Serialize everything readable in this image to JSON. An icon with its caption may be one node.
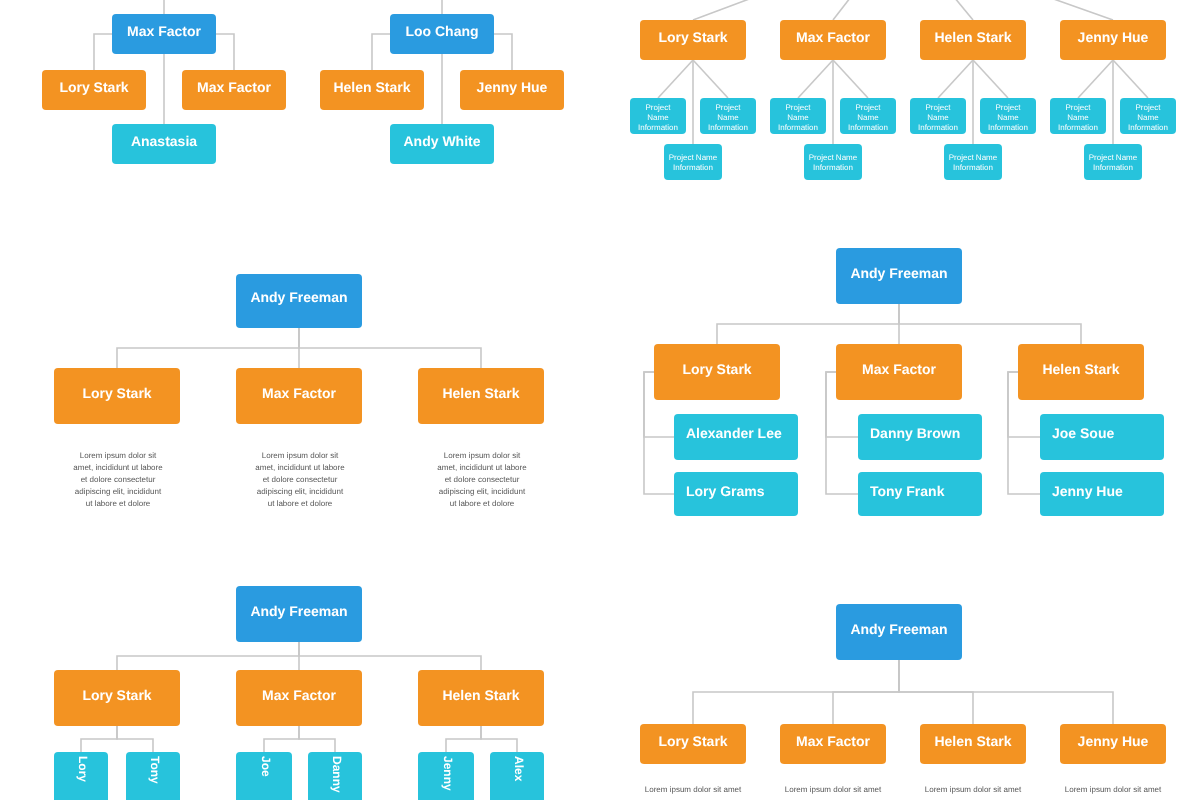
{
  "diagram": {
    "nodes": [
      {
        "text": [
          "Max Factor"
        ]
      },
      {
        "text": [
          "Lory Stark"
        ]
      },
      {
        "text": [
          "Max Factor"
        ]
      },
      {
        "text": [
          "Anastasia"
        ]
      },
      {
        "text": [
          "Loo Chang"
        ]
      },
      {
        "text": [
          "Helen Stark"
        ]
      },
      {
        "text": [
          "Jenny Hue"
        ]
      },
      {
        "text": [
          "Andy White"
        ]
      },
      {
        "text": [
          "Lory Stark"
        ]
      },
      {
        "text": [
          "Project Name Information"
        ]
      },
      {
        "text": [
          "Project Name Information"
        ]
      },
      {
        "text": [
          "Project Name Information"
        ]
      },
      {
        "text": [
          "Max Factor"
        ]
      },
      {
        "text": [
          "Project Name Information"
        ]
      },
      {
        "text": [
          "Project Name Information"
        ]
      },
      {
        "text": [
          "Project Name Information"
        ]
      },
      {
        "text": [
          "Helen Stark"
        ]
      },
      {
        "text": [
          "Project Name Information"
        ]
      },
      {
        "text": [
          "Project Name Information"
        ]
      },
      {
        "text": [
          "Project Name Information"
        ]
      },
      {
        "text": [
          "Jenny Hue"
        ]
      },
      {
        "text": [
          "Project Name Information"
        ]
      },
      {
        "text": [
          "Project Name Information"
        ]
      },
      {
        "text": [
          "Project Name Information"
        ]
      },
      {
        "text": [
          "Andy Freeman"
        ]
      },
      {
        "text": [
          "Lory Stark"
        ],
        "beside": [
          "Lorem ipsum dolor sit amet, incididunt ut labore et dolore consectetur adipiscing elit, incididunt ut labore et dolore"
        ]
      },
      {
        "text": [
          "Max Factor"
        ],
        "beside": [
          "Lorem ipsum dolor sit amet, incididunt ut labore et dolore consectetur adipiscing elit, incididunt ut labore et dolore"
        ]
      },
      {
        "text": [
          "Helen Stark"
        ],
        "beside": [
          "Lorem ipsum dolor sit amet, incididunt ut labore et dolore consectetur adipiscing elit, incididunt ut labore et dolore"
        ]
      },
      {
        "text": [
          "Andy Freeman"
        ]
      },
      {
        "text": [
          "Lory Stark"
        ]
      },
      {
        "text": [
          "Alexander Lee"
        ]
      },
      {
        "text": [
          "Lory Grams"
        ]
      },
      {
        "text": [
          "Max Factor"
        ]
      },
      {
        "text": [
          "Danny Brown"
        ]
      },
      {
        "text": [
          "Tony Frank"
        ]
      },
      {
        "text": [
          "Helen Stark"
        ]
      },
      {
        "text": [
          "Joe Soue"
        ]
      },
      {
        "text": [
          "Jenny Hue"
        ]
      },
      {
        "text": [
          "Andy Freeman"
        ]
      },
      {
        "text": [
          "Lory Stark"
        ]
      },
      {
        "text": [
          "Lory"
        ]
      },
      {
        "text": [
          "Tony"
        ]
      },
      {
        "text": [
          "Max Factor"
        ]
      },
      {
        "text": [
          "Joe"
        ]
      },
      {
        "text": [
          "Danny"
        ]
      },
      {
        "text": [
          "Helen Stark"
        ]
      },
      {
        "text": [
          "Jenny"
        ]
      },
      {
        "text": [
          "Alex"
        ]
      },
      {
        "text": [
          "Andy Freeman"
        ]
      },
      {
        "text": [
          "Lory Stark"
        ],
        "beside": [
          "Lorem ipsum dolor sit amet"
        ]
      },
      {
        "text": [
          "Max Factor"
        ],
        "beside": [
          "Lorem ipsum dolor sit amet"
        ]
      },
      {
        "text": [
          "Helen Stark"
        ],
        "beside": [
          "Lorem ipsum dolor sit amet"
        ]
      },
      {
        "text": [
          "Jenny Hue"
        ],
        "beside": [
          "Lorem ipsum dolor sit amet"
        ]
      }
    ],
    "edges": [
      {
        "from": null,
        "to": 0,
        "arrow": "none"
      },
      {
        "from": 0,
        "to": 1,
        "arrow": "none"
      },
      {
        "from": 0,
        "to": 2,
        "arrow": "none"
      },
      {
        "from": 0,
        "to": 3,
        "arrow": "none"
      },
      {
        "from": null,
        "to": 4,
        "arrow": "none"
      },
      {
        "from": 4,
        "to": 5,
        "arrow": "none"
      },
      {
        "from": 4,
        "to": 6,
        "arrow": "none"
      },
      {
        "from": 4,
        "to": 7,
        "arrow": "none"
      },
      {
        "from": null,
        "to": 8,
        "arrow": "none"
      },
      {
        "from": 8,
        "to": 9,
        "arrow": "none"
      },
      {
        "from": 8,
        "to": 10,
        "arrow": "none"
      },
      {
        "from": 8,
        "to": 11,
        "arrow": "none"
      },
      {
        "from": null,
        "to": 12,
        "arrow": "none"
      },
      {
        "from": 12,
        "to": 13,
        "arrow": "none"
      },
      {
        "from": 12,
        "to": 14,
        "arrow": "none"
      },
      {
        "from": 12,
        "to": 15,
        "arrow": "none"
      },
      {
        "from": null,
        "to": 16,
        "arrow": "none"
      },
      {
        "from": 16,
        "to": 17,
        "arrow": "none"
      },
      {
        "from": 16,
        "to": 18,
        "arrow": "none"
      },
      {
        "from": 16,
        "to": 19,
        "arrow": "none"
      },
      {
        "from": null,
        "to": 20,
        "arrow": "none"
      },
      {
        "from": 20,
        "to": 21,
        "arrow": "none"
      },
      {
        "from": 20,
        "to": 22,
        "arrow": "none"
      },
      {
        "from": 20,
        "to": 23,
        "arrow": "none"
      },
      {
        "from": 24,
        "to": 25,
        "arrow": "none"
      },
      {
        "from": 24,
        "to": 26,
        "arrow": "none"
      },
      {
        "from": 24,
        "to": 27,
        "arrow": "none"
      },
      {
        "from": 28,
        "to": 29,
        "arrow": "none"
      },
      {
        "from": 28,
        "to": 32,
        "arrow": "none"
      },
      {
        "from": 28,
        "to": 35,
        "arrow": "none"
      },
      {
        "from": 29,
        "to": 30,
        "arrow": "none"
      },
      {
        "from": 29,
        "to": 31,
        "arrow": "none"
      },
      {
        "from": 32,
        "to": 33,
        "arrow": "none"
      },
      {
        "from": 32,
        "to": 34,
        "arrow": "none"
      },
      {
        "from": 35,
        "to": 36,
        "arrow": "none"
      },
      {
        "from": 35,
        "to": 37,
        "arrow": "none"
      },
      {
        "from": 38,
        "to": 39,
        "arrow": "none"
      },
      {
        "from": 38,
        "to": 42,
        "arrow": "none"
      },
      {
        "from": 38,
        "to": 45,
        "arrow": "none"
      },
      {
        "from": 39,
        "to": 40,
        "arrow": "none"
      },
      {
        "from": 39,
        "to": 41,
        "arrow": "none"
      },
      {
        "from": 42,
        "to": 43,
        "arrow": "none"
      },
      {
        "from": 42,
        "to": 44,
        "arrow": "none"
      },
      {
        "from": 45,
        "to": 46,
        "arrow": "none"
      },
      {
        "from": 45,
        "to": 47,
        "arrow": "none"
      },
      {
        "from": 48,
        "to": 49,
        "arrow": "none"
      },
      {
        "from": 48,
        "to": 50,
        "arrow": "none"
      },
      {
        "from": 48,
        "to": 51,
        "arrow": "none"
      },
      {
        "from": 48,
        "to": 52,
        "arrow": "none"
      }
    ]
  }
}
